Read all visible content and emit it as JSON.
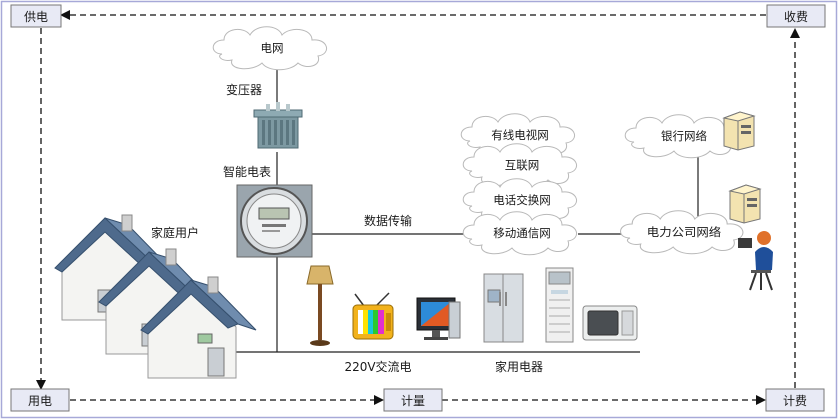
{
  "corner_boxes": {
    "supply": "供电",
    "charge": "收费",
    "use": "用电",
    "meter": "计量",
    "bill": "计费"
  },
  "clouds": {
    "grid": "电网",
    "cable_tv": "有线电视网",
    "internet": "互联网",
    "telephone": "电话交换网",
    "mobile": "移动通信网",
    "bank": "银行网络",
    "power_company": "电力公司网络"
  },
  "labels": {
    "transformer": "变压器",
    "smart_meter": "智能电表",
    "household": "家庭用户",
    "data_transfer": "数据传输",
    "ac_power": "220V交流电",
    "appliances": "家用电器"
  },
  "icons": [
    "house-icon",
    "transformer-icon",
    "smart-meter-icon",
    "floor-lamp-icon",
    "television-icon",
    "computer-monitor-icon",
    "refrigerator-icon",
    "air-conditioner-icon",
    "microwave-icon",
    "server-icon",
    "person-at-computer-icon"
  ]
}
